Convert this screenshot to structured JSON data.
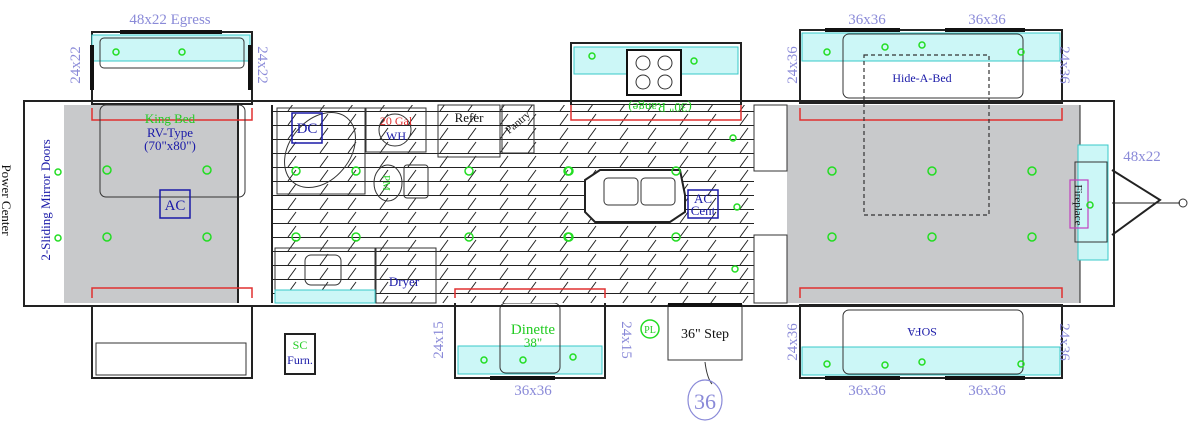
{
  "title": "Travel Trailer Floor Plan",
  "labels": {
    "egress": "48x22 Egress",
    "bed_win_left": "24x22",
    "bed_win_right": "24x22",
    "king_bed": "King Bed",
    "rv_type": "RV-Type",
    "bed_size": "(70\"x80\")",
    "ac": "AC",
    "mirror_doors": "2-Sliding Mirror Doors",
    "power_center": "Power Center",
    "dc": "DC",
    "wh_size": "20 Gal",
    "wh": "WH",
    "pm": "PM",
    "refer": "Refer",
    "pantry": "Pantry",
    "dryer": "Dryer",
    "sc": "SC",
    "furn": "Furn.",
    "dinette": "Dinette",
    "dinette_size": "38\"",
    "dinette_win_left": "24x15",
    "dinette_win_right": "24x15",
    "dinette_win_bottom": "36x36",
    "pl": "PL",
    "step": "36\" Step",
    "step_callout": "36",
    "range": "(30\" Range)",
    "ac_cent_1": "AC",
    "ac_cent_2": "Cent",
    "hide_a_bed": "Hide-A-Bed",
    "top_win_1": "36x36",
    "top_win_2": "36x36",
    "bottom_win_1": "36x36",
    "bottom_win_2": "36x36",
    "top_side_left": "24x36",
    "top_side_right": "24x36",
    "bottom_side_left": "24x36",
    "bottom_side_right": "24x36",
    "front_win": "48x22",
    "fireplace": "Fireplace",
    "sofa": "SOFA"
  },
  "colors": {
    "dimension": "#8a8ad8",
    "label": "#1a1aa8",
    "light": "#22dd22",
    "slide_seal": "#e03030",
    "window": "#ccf7f7",
    "carpet": "#c8c9cb"
  }
}
